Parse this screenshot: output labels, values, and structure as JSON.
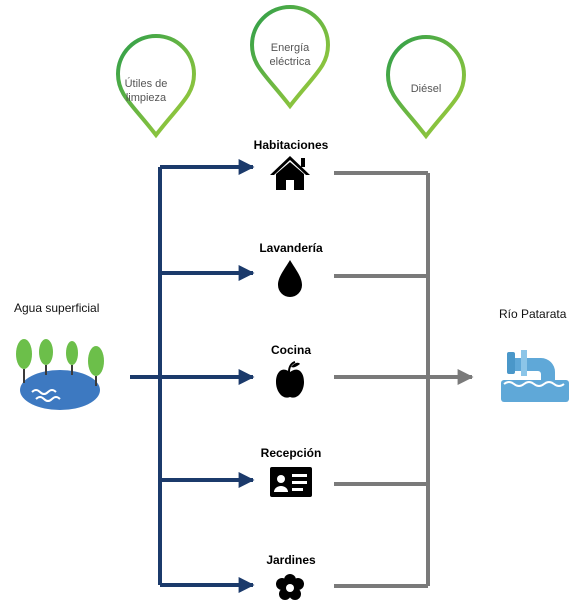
{
  "source": {
    "label": "Agua superficial",
    "icon": "lake-with-trees-icon"
  },
  "sink": {
    "label": "Río Patarata",
    "icon": "discharge-pipe-icon"
  },
  "inputs": [
    {
      "label": "Útiles de\nlimpieza",
      "icon": "location-pin-outline"
    },
    {
      "label": "Energía\neléctrica",
      "icon": "location-pin-outline"
    },
    {
      "label": "Diésel",
      "icon": "location-pin-outline"
    }
  ],
  "destinations": [
    {
      "label": "Habitaciones",
      "icon": "house-icon"
    },
    {
      "label": "Lavandería",
      "icon": "water-drop-icon"
    },
    {
      "label": "Cocina",
      "icon": "apple-icon"
    },
    {
      "label": "Recepción",
      "icon": "id-card-icon"
    },
    {
      "label": "Jardines",
      "icon": "flower-icon"
    }
  ],
  "colors": {
    "supply_line": "#1b3a6b",
    "return_line": "#7a7a7a",
    "pin_gradient_start": "#2e9e4a",
    "pin_gradient_end": "#a6cf3b",
    "water": "#3d79c1",
    "tree": "#6cbf4a",
    "pipe": "#5fa8d8"
  }
}
